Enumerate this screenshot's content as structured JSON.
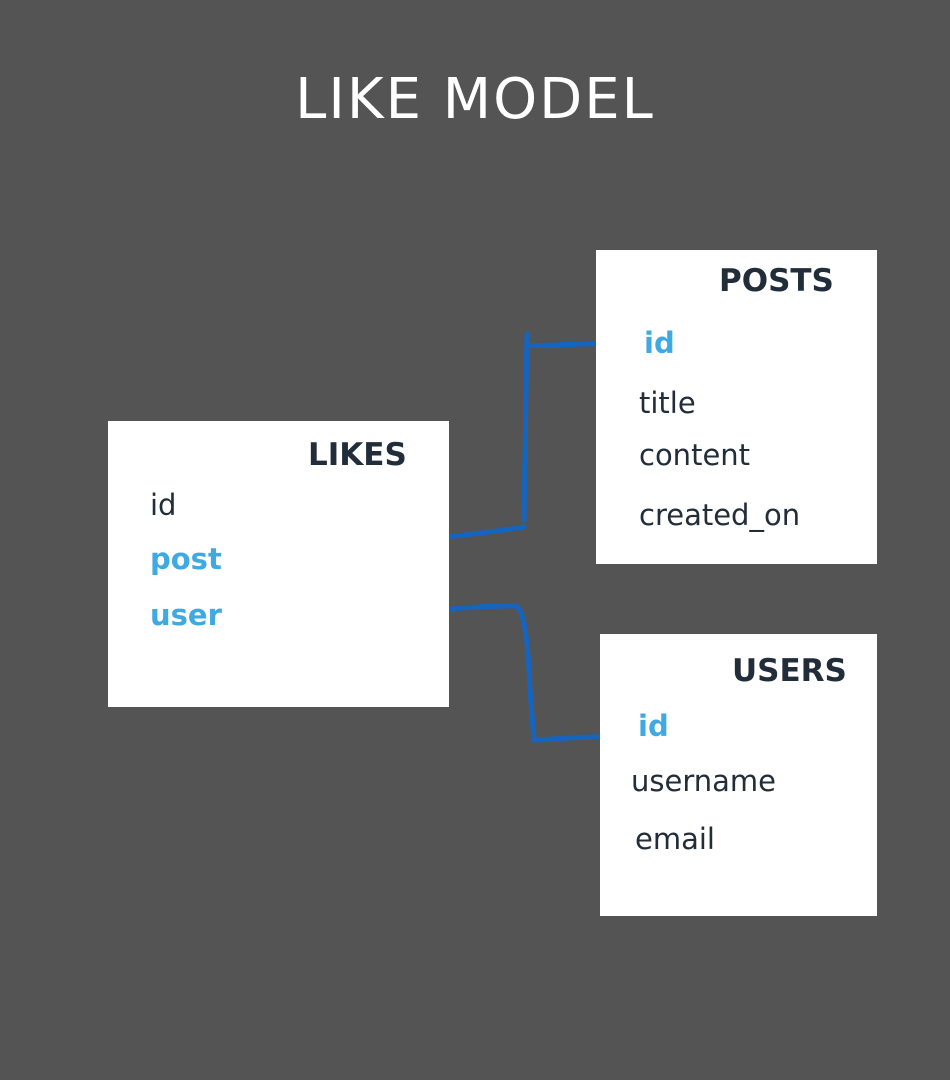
{
  "title": "LIKE MODEL",
  "colors": {
    "background": "#545454",
    "card": "#ffffff",
    "text": "#222d3a",
    "key_field": "#3fa9e2",
    "connector": "#1565c0"
  },
  "tables": {
    "likes": {
      "name": "LIKES",
      "fields": [
        "id",
        "post",
        "user"
      ]
    },
    "posts": {
      "name": "POSTS",
      "fields": [
        "id",
        "title",
        "content",
        "created_on"
      ]
    },
    "users": {
      "name": "USERS",
      "fields": [
        "id",
        "username",
        "email"
      ]
    }
  },
  "relations": [
    {
      "from": "likes.post",
      "to": "posts.id"
    },
    {
      "from": "likes.user",
      "to": "users.id"
    }
  ]
}
